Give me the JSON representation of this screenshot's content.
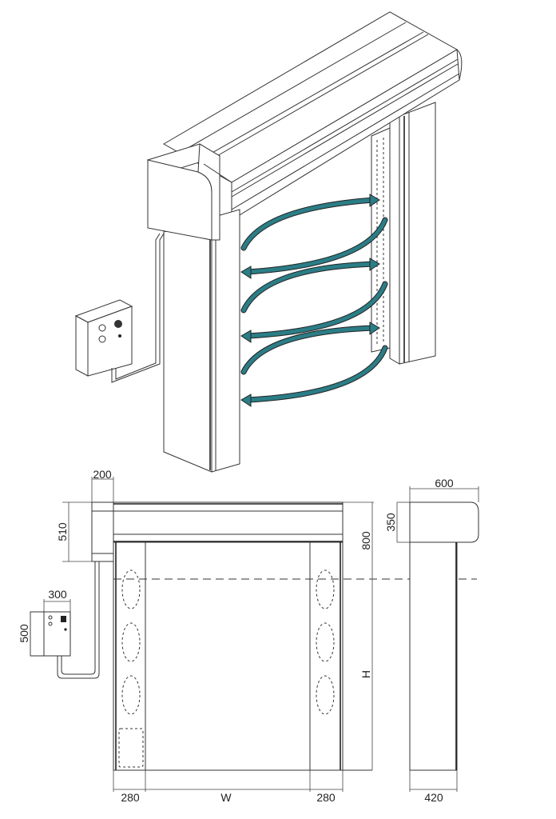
{
  "title": "High-speed door with airbag seal - dimension drawing",
  "colors": {
    "airflow_arrows": "#2b7d86",
    "lines": "#333333"
  },
  "dimensions": {
    "box_width": "200",
    "box_height": "510",
    "control_box_width": "300",
    "control_box_height": "500",
    "header_height": "800",
    "opening_height": "H",
    "opening_width": "W",
    "post_width_left": "280",
    "post_width_right": "280",
    "side_header_depth": "600",
    "side_header_height": "350",
    "side_post_depth": "420"
  }
}
